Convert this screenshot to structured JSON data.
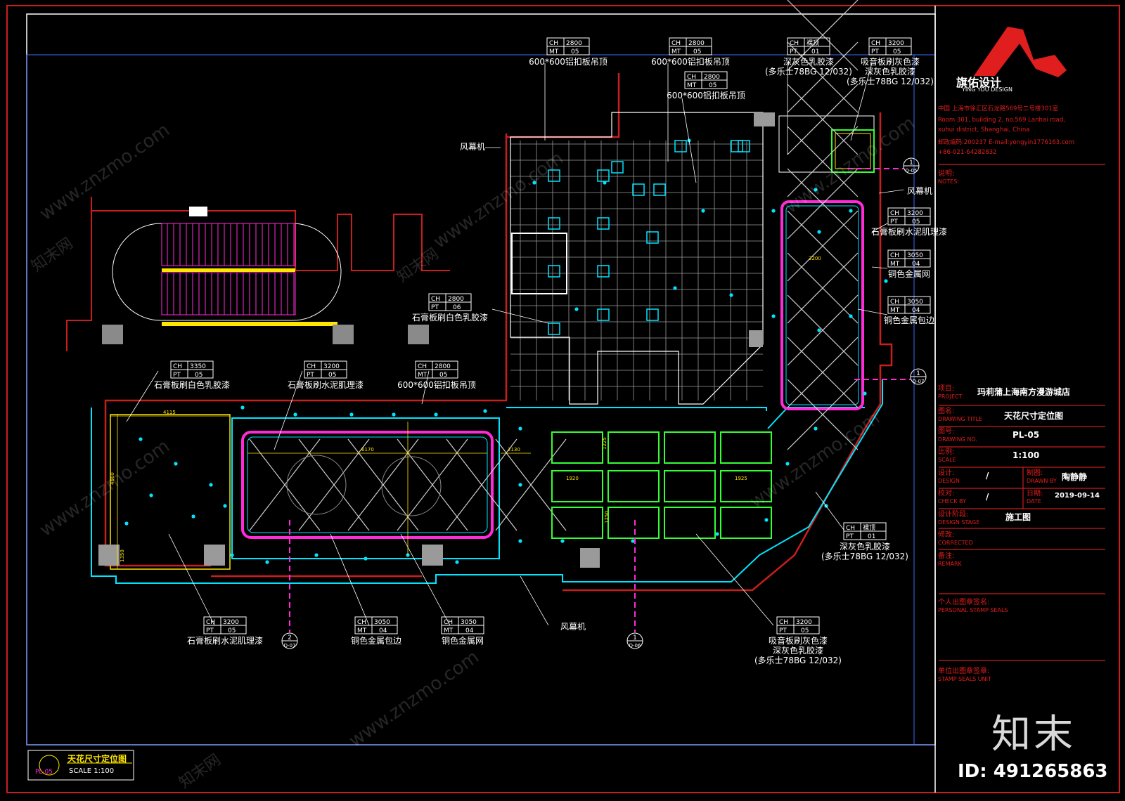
{
  "drawing": {
    "title_block": {
      "company_cn": "旗佑设计",
      "company_en": "YING YOU DESIGN",
      "address_cn": "中国 上海市徐汇区石龙路569号二号楼301室",
      "address_en_1": "Room 301, building 2, no.569 Lanhai road,",
      "address_en_2": "xuhui district, Shanghai, China",
      "contact_line": "邮政编码:200237 E-mail:yongyin1776163.com",
      "phone": "+86-021-64282832",
      "notes_label": "说明:",
      "notes_label_en": "NOTES:",
      "project_label": "项目:",
      "project_label_en": "PROJECT",
      "project_value": "玛莉蒲上海南方漫游城店",
      "drawing_title_label": "图名:",
      "drawing_title_label_en": "DRAWING TITLE",
      "drawing_title_value": "天花尺寸定位图",
      "drawing_no_label": "图号:",
      "drawing_no_label_en": "DRAWING NO.",
      "drawing_no_value": "PL-05",
      "scale_label": "比例:",
      "scale_label_en": "SCALE",
      "scale_value": "1:100",
      "design_label": "设计:",
      "design_label_en": "DESIGN",
      "design_value": "/",
      "drawn_label": "制图:",
      "drawn_label_en": "DRAWN BY",
      "drawn_value": "陶静静",
      "check_label": "校对:",
      "check_label_en": "CHECK BY",
      "check_value": "/",
      "date_label": "日期:",
      "date_label_en": "DATE",
      "date_value": "2019-09-14",
      "stage_label": "设计阶段:",
      "stage_label_en": "DESIGN STAGE",
      "stage_value": "施工图",
      "corrected_label": "修改:",
      "corrected_label_en": "CORRECTED",
      "remark_label": "备注:",
      "remark_label_en": "REMARK",
      "personal_seal_label": "个人出图章签名:",
      "personal_seal_label_en": "PERSONAL STAMP SEALS",
      "unit_seal_label": "单位出图章签章:",
      "unit_seal_label_en": "STAMP SEALS UNIT"
    },
    "caption": {
      "title": "天花尺寸定位图",
      "ref": "PL-05",
      "scale_text": "SCALE 1:100"
    },
    "watermark": {
      "site": "www.znzmo.com",
      "brand": "知末网",
      "logo": "知末",
      "id": "ID: 491265863"
    },
    "annotations": {
      "top_1": {
        "ch": "CH",
        "ch_val": "2800",
        "mt": "MT",
        "mt_val": "05",
        "text": "600*600铝扣板吊顶"
      },
      "top_2": {
        "ch": "CH",
        "ch_val": "2800",
        "mt": "MT",
        "mt_val": "05",
        "text": "600*600铝扣板吊顶"
      },
      "top_3": {
        "ch": "CH",
        "ch_val": "2800",
        "mt": "MT",
        "mt_val": "05",
        "text": "600*600铝扣板吊顶"
      },
      "top_4": {
        "ch": "CH",
        "ch_val": "裸顶",
        "mt": "PT",
        "mt_val": "01",
        "text": "深灰色乳胶漆",
        "text2": "(多乐士78BG 12/032)"
      },
      "top_5": {
        "ch": "CH",
        "ch_val": "3200",
        "mt": "PT",
        "mt_val": "05",
        "text": "吸音板刷灰色漆",
        "text2": "深灰色乳胶漆",
        "text3": "(多乐士78BG 12/032)"
      },
      "mid_left": {
        "ch": "CH",
        "ch_val": "2800",
        "mt": "PT",
        "mt_val": "06",
        "text": "石膏板刷白色乳胶漆"
      },
      "right_1": {
        "ch": "CH",
        "ch_val": "3200",
        "mt": "PT",
        "mt_val": "05",
        "text": "石膏板刷水泥肌理漆"
      },
      "right_2": {
        "ch": "CH",
        "ch_val": "3050",
        "mt": "MT",
        "mt_val": "04",
        "text": "铜色金属网"
      },
      "right_3": {
        "ch": "CH",
        "ch_val": "3050",
        "mt": "MT",
        "mt_val": "04",
        "text": "铜色金属包边"
      },
      "row2_1": {
        "ch": "CH",
        "ch_val": "3350",
        "mt": "PT",
        "mt_val": "05",
        "text": "石膏板刷白色乳胶漆"
      },
      "row2_2": {
        "ch": "CH",
        "ch_val": "3200",
        "mt": "PT",
        "mt_val": "05",
        "text": "石膏板刷水泥肌理漆"
      },
      "row2_3": {
        "ch": "CH",
        "ch_val": "2800",
        "mt": "MT",
        "mt_val": "05",
        "text": "600*600铝扣板吊顶"
      },
      "bottom_right": {
        "ch": "CH",
        "ch_val": "裸顶",
        "mt": "PT",
        "mt_val": "01",
        "text": "深灰色乳胶漆",
        "text2": "(多乐士78BG 12/032)"
      },
      "bottom_1": {
        "ch": "CH",
        "ch_val": "3200",
        "mt": "PT",
        "mt_val": "05",
        "text": "石膏板刷水泥肌理漆"
      },
      "bottom_2": {
        "ch": "CH",
        "ch_val": "3050",
        "mt": "MT",
        "mt_val": "04",
        "text": "铜色金属包边"
      },
      "bottom_3": {
        "ch": "CH",
        "ch_val": "3050",
        "mt": "MT",
        "mt_val": "04",
        "text": "铜色金属网"
      },
      "bottom_4": {
        "ch": "CH",
        "ch_val": "3200",
        "mt": "PT",
        "mt_val": "05",
        "text": "吸音板刷灰色漆",
        "text2": "深灰色乳胶漆",
        "text3": "(多乐士78BG 12/032)"
      }
    },
    "labels": {
      "fan_top": "风幕机",
      "fan_right": "风幕机",
      "fan_bottom": "风幕机"
    },
    "section_marks": {
      "s1_num": "1",
      "s1_ref": "D-05",
      "s2_num": "1",
      "s2_ref": "D-07",
      "s3_num": "2",
      "s3_ref": "D-07",
      "s4_num": "1",
      "s4_ref": "D-06"
    },
    "dims": {
      "d1": "4115",
      "d2": "1350",
      "d3": "6170",
      "d4": "2130",
      "d5": "4660",
      "d6": "1920",
      "d7": "1925",
      "d8": "1225",
      "d9": "3200",
      "d10": "1250"
    },
    "colors": {
      "frame": "#c81e1e",
      "cyan": "#00e5ff",
      "yellow": "#ffe600",
      "magenta": "#ff2bd6",
      "green": "#33ff33",
      "grid": "#ffffff",
      "tag": "#ffffff"
    }
  }
}
